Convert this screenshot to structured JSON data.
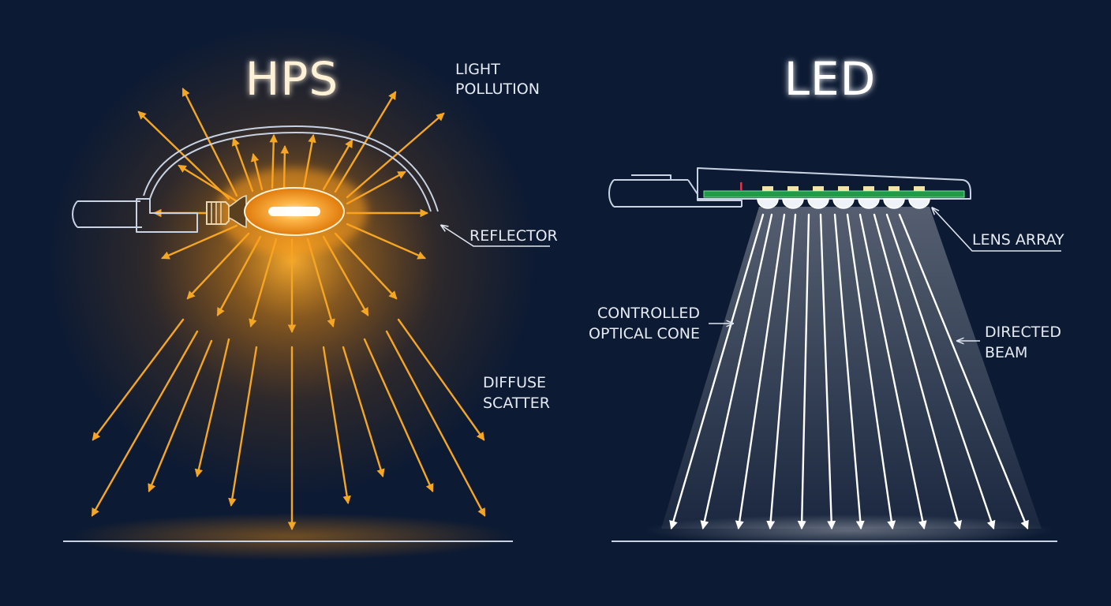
{
  "colors": {
    "background": "#0c1a33",
    "hps_light": "#f5a623",
    "hps_title": "#fff1d6",
    "led_light": "#ffffff",
    "outline": "#c8d2e2",
    "label": "#e6ebf3",
    "circuit_board": "#1f9a46"
  },
  "hps": {
    "title": "HPS",
    "labels": {
      "light_pollution_line1": "LIGHT",
      "light_pollution_line2": "POLLUTION",
      "reflector": "REFLECTOR",
      "diffuse_line1": "DIFFUSE",
      "diffuse_line2": "SCATTER"
    }
  },
  "led": {
    "title": "LED",
    "labels": {
      "lens_array": "LENS ARRAY",
      "cone_line1": "CONTROLLED",
      "cone_line2": "OPTICAL CONE",
      "beam_line1": "DIRECTED",
      "beam_line2": "BEAM"
    }
  }
}
